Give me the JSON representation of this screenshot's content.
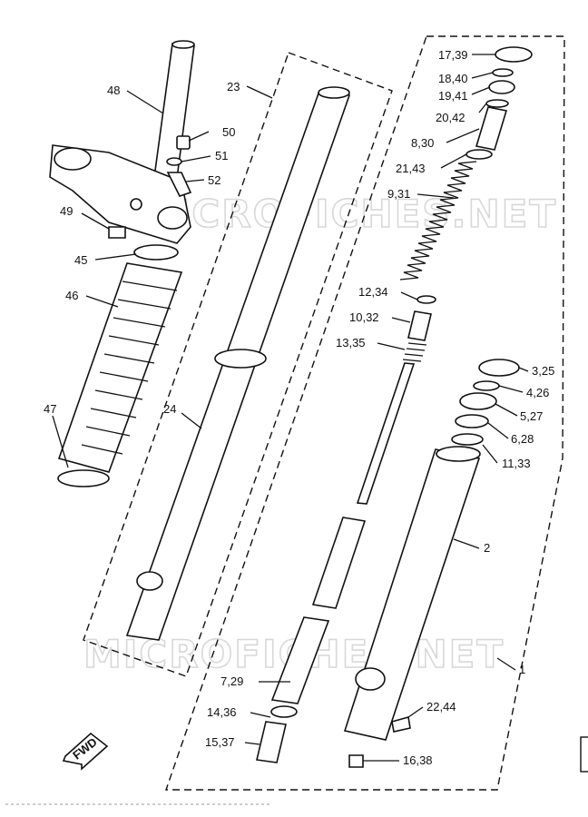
{
  "watermark": {
    "top": "MICROFICHES.NET",
    "bottom": "MICROFICHES.NET"
  },
  "fwd_label": "FWD",
  "callouts": {
    "c48": "48",
    "c23": "23",
    "c50": "50",
    "c51": "51",
    "c52": "52",
    "c49": "49",
    "c45": "45",
    "c46": "46",
    "c47": "47",
    "c24": "24",
    "c17_39": "17,39",
    "c18_40": "18,40",
    "c19_41": "19,41",
    "c20_42": "20,42",
    "c8_30": "8,30",
    "c21_43": "21,43",
    "c9_31": "9,31",
    "c12_34": "12,34",
    "c10_32": "10,32",
    "c13_35": "13,35",
    "c3_25": "3,25",
    "c4_26": "4,26",
    "c5_27": "5,27",
    "c6_28": "6,28",
    "c11_33": "11,33",
    "c2": "2",
    "c1": "1",
    "c7_29": "7,29",
    "c14_36": "14,36",
    "c15_37": "15,37",
    "c22_44": "22,44",
    "c16_38": "16,38"
  }
}
